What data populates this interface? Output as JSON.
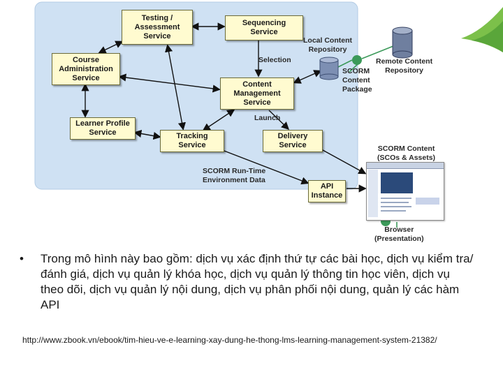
{
  "diagram": {
    "boxes": {
      "testing": "Testing /\nAssessment\nService",
      "sequencing": "Sequencing\nService",
      "course_admin": "Course\nAdministration\nService",
      "content_mgmt": "Content\nManagement\nService",
      "learner_profile": "Learner Profile\nService",
      "tracking": "Tracking\nService",
      "delivery": "Delivery\nService",
      "api": "API\nInstance"
    },
    "labels": {
      "selection": "Selection",
      "launch": "Launch",
      "local_repo": "Local Content\nRepository",
      "remote_repo": "Remote Content\nRepository",
      "scorm_package": "SCORM\nContent\nPackage",
      "scorm_content": "SCORM Content\n(SCOs & Assets)",
      "runtime_data": "SCORM Run-Time\nEnvironment Data",
      "browser": "Browser\n(Presentation)"
    },
    "colors": {
      "panel": "#cfe1f3",
      "box_fill": "#fffbd0",
      "connector_green": "#3c9a5a",
      "accent_leaf": "#6ab04c"
    }
  },
  "bullet": {
    "marker": "•",
    "text": "Trong mô hình này bao gồm: dịch vụ xác định thứ tự các bài học, dịch vụ kiểm tra/đánh giá, dịch vụ quản lý khóa học, dịch vụ quản lý thông tin học viên, dịch vụ theo dõi, dịch vụ quản lý nội dung, dịch vụ phân phối nội dung, quản lý các hàm API"
  },
  "source_url": "http://www.zbook.vn/ebook/tim-hieu-ve-e-learning-xay-dung-he-thong-lms-learning-management-system-21382/"
}
